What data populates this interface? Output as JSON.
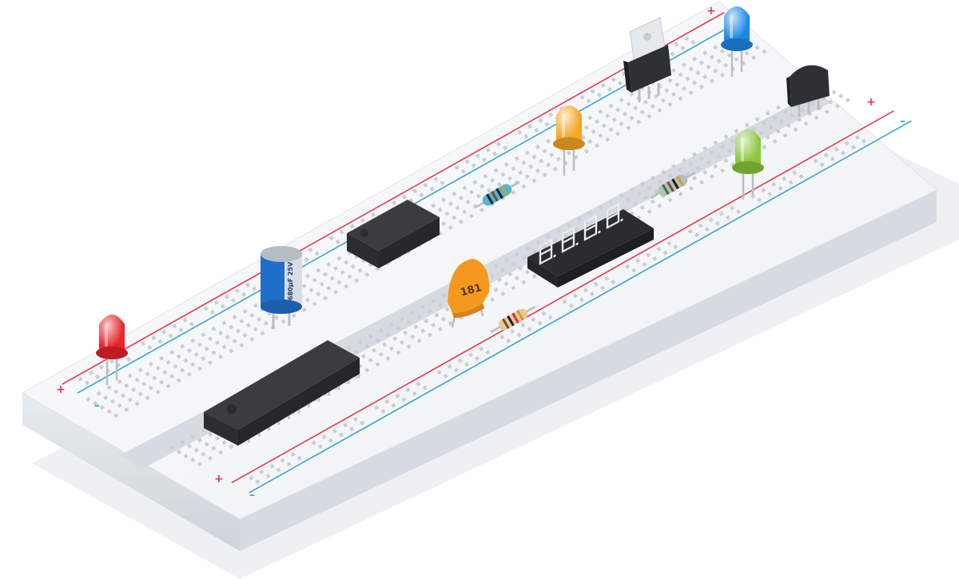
{
  "scene": {
    "background": "#ffffff",
    "board_color": "#f3f5f7",
    "board_side_color": "#dde2e7",
    "hole_color": "#c9ced4",
    "rail_plus_color": "#e8384f",
    "rail_minus_color": "#3aa8c8"
  },
  "rail_marks": {
    "plus": "+",
    "minus": "–"
  },
  "components": {
    "led_colors": {
      "red": "#e8232b",
      "blue": "#1e88e5",
      "orange": "#f5a623",
      "green": "#8dc63f"
    },
    "electrolytic_capacitor": {
      "label": "680µF 25V",
      "sleeve_color": "#1f6fc9"
    },
    "ceramic_capacitor": {
      "label": "181",
      "color": "#f39a1e"
    },
    "seven_segment_display": {
      "digits": "8.8.8.8.",
      "digit_color": "#e9edf1",
      "body_color": "#222428"
    },
    "ic_color": "#2e3033",
    "resistor_bands": [
      [
        "#1a1a1a",
        "#7a4b2a",
        "#1a1a1a",
        "#c9a227"
      ],
      [
        "#7a4b2a",
        "#1a1a1a",
        "#d33",
        "#c9a227"
      ],
      [
        "#2e7d32",
        "#7a4b2a",
        "#1a1a1a",
        "#c9a227"
      ]
    ]
  }
}
